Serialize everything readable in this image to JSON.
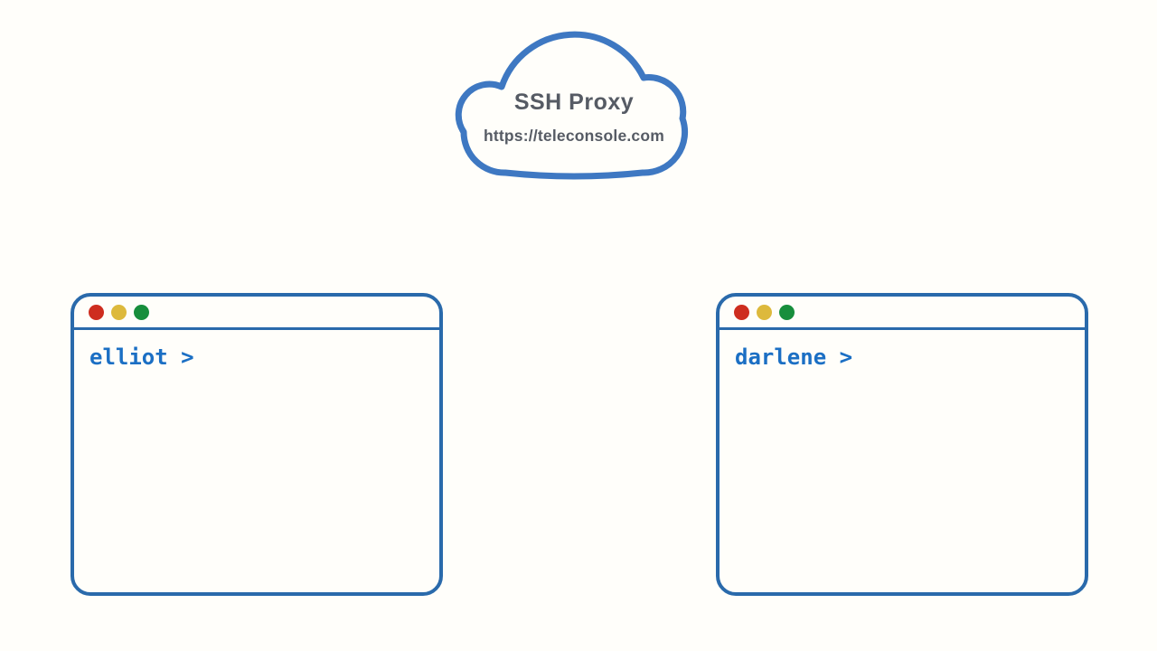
{
  "cloud": {
    "title": "SSH Proxy",
    "url": "https://teleconsole.com"
  },
  "terminals": [
    {
      "name": "elliot",
      "prompt": "elliot >"
    },
    {
      "name": "darlene",
      "prompt": "darlene >"
    }
  ],
  "window_controls": [
    "close",
    "minimize",
    "maximize"
  ],
  "colors": {
    "background": "#FFFEFA",
    "cloud_border": "#3E78C2",
    "cloud_text": "#565B64",
    "terminal_border": "#2A6AAB",
    "prompt_text": "#1B6FC4",
    "traffic_red": "#CE2D1F",
    "traffic_yellow": "#DDB93C",
    "traffic_green": "#178E3C"
  }
}
